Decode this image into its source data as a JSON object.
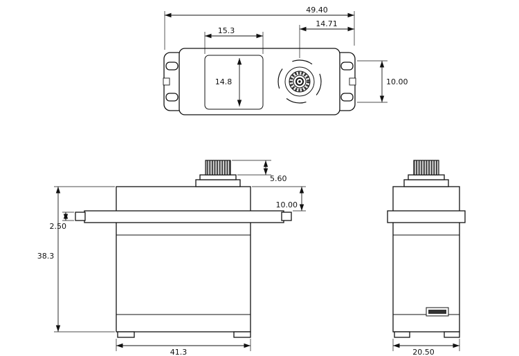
{
  "drawing": {
    "dims": {
      "overall_width": "49.40",
      "rect_width": "15.3",
      "shaft_offset": "14.71",
      "rect_height": "14.8",
      "tab_slot_height": "10.00",
      "spline_height": "5.60",
      "shaft_height": "10.00",
      "flange_thickness": "2.50",
      "body_height": "38.3",
      "body_width": "41.3",
      "body_depth": "20.50"
    },
    "colors": {
      "line": "#111111",
      "gear_dark": "#333333",
      "background": "#ffffff"
    }
  }
}
